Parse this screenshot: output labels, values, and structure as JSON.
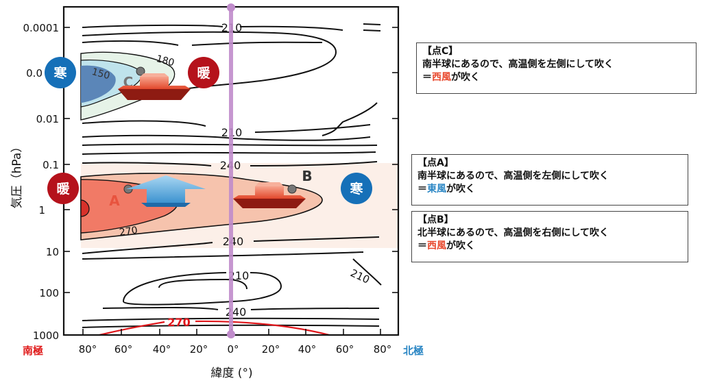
{
  "axes": {
    "ylabel": "気圧（hPa）",
    "xlabel": "緯度 (°)",
    "yticks": [
      "0.0001",
      "0.0",
      "0.01",
      "0.1",
      "1",
      "10",
      "100",
      "1000"
    ],
    "xticks": [
      "80°",
      "60°",
      "40°",
      "20°",
      "0°",
      "20°",
      "40°",
      "60°",
      "80°"
    ],
    "south_pole": "南極",
    "north_pole": "北極"
  },
  "contours": {
    "c210_top": "210",
    "c180": "180",
    "c150": "150",
    "c210_mid": "210",
    "c240_upper": "240",
    "c270_left": "270",
    "c240_lower": "240",
    "c210_low": "210",
    "c210_right": "210",
    "c240_bottom": "240",
    "c270_bottom": "270"
  },
  "points": {
    "a": "A",
    "b": "B",
    "c": "C"
  },
  "badges": {
    "cold_top_left": "寒",
    "warm_top_mid": "暖",
    "warm_mid_left": "暖",
    "cold_mid_right": "寒"
  },
  "boxes": {
    "c": {
      "title": "【点C】",
      "line1": "南半球にあるので、高温側を左側にして吹く",
      "eq": "＝",
      "wind": "西風",
      "tail": "が吹く"
    },
    "a": {
      "title": "【点A】",
      "line1": "南半球にあるので、高温側を左側にして吹く",
      "eq": "＝",
      "wind": "東風",
      "tail": "が吹く"
    },
    "b": {
      "title": "【点B】",
      "line1": "北半球にあるので、高温側を右側にして吹く",
      "eq": "＝",
      "wind": "西風",
      "tail": "が吹く"
    }
  },
  "colors": {
    "warm_badge": "#b5121b",
    "cold_badge": "#1670b8",
    "equator_line": "#c08ccb",
    "south_label": "#e01b1b",
    "north_label": "#2a86c4"
  }
}
